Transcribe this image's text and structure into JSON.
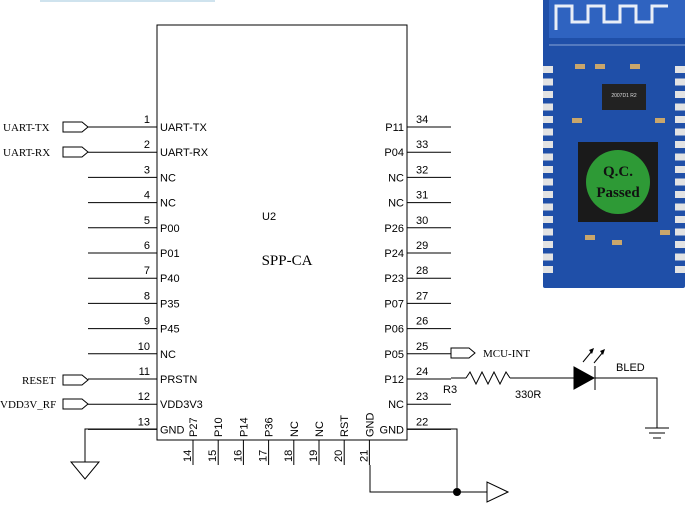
{
  "chip": {
    "refdes": "U2",
    "part": "SPP-CA",
    "left_pins": [
      {
        "num": "1",
        "label": "UART-TX"
      },
      {
        "num": "2",
        "label": "UART-RX"
      },
      {
        "num": "3",
        "label": "NC"
      },
      {
        "num": "4",
        "label": "NC"
      },
      {
        "num": "5",
        "label": "P00"
      },
      {
        "num": "6",
        "label": "P01"
      },
      {
        "num": "7",
        "label": "P40"
      },
      {
        "num": "8",
        "label": "P35"
      },
      {
        "num": "9",
        "label": "P45"
      },
      {
        "num": "10",
        "label": "NC"
      },
      {
        "num": "11",
        "label": "PRSTN"
      },
      {
        "num": "12",
        "label": "VDD3V3"
      },
      {
        "num": "13",
        "label": "GND"
      }
    ],
    "right_pins": [
      {
        "num": "34",
        "label": "P11"
      },
      {
        "num": "33",
        "label": "P04"
      },
      {
        "num": "32",
        "label": "NC"
      },
      {
        "num": "31",
        "label": "NC"
      },
      {
        "num": "30",
        "label": "P26"
      },
      {
        "num": "29",
        "label": "P24"
      },
      {
        "num": "28",
        "label": "P23"
      },
      {
        "num": "27",
        "label": "P07"
      },
      {
        "num": "26",
        "label": "P06"
      },
      {
        "num": "25",
        "label": "P05"
      },
      {
        "num": "24",
        "label": "P12"
      },
      {
        "num": "23",
        "label": "NC"
      },
      {
        "num": "22",
        "label": "GND"
      }
    ],
    "bottom_pins": [
      {
        "num": "14",
        "label": "P27"
      },
      {
        "num": "15",
        "label": "P10"
      },
      {
        "num": "16",
        "label": "P14"
      },
      {
        "num": "17",
        "label": "P36"
      },
      {
        "num": "18",
        "label": "NC"
      },
      {
        "num": "19",
        "label": "NC"
      },
      {
        "num": "20",
        "label": "RST"
      },
      {
        "num": "21",
        "label": "GND"
      }
    ]
  },
  "nets": {
    "uart_tx": "UART-TX",
    "uart_rx": "UART-RX",
    "reset": "RESET",
    "vdd": "VDD3V_RF",
    "mcu_int": "MCU-INT"
  },
  "resistor": {
    "ref": "R3",
    "value": "330R"
  },
  "led": {
    "label": "BLED"
  },
  "module_photo": {
    "chip_marking": "2007D1 R2",
    "sticker_line1": "Q.C.",
    "sticker_line2": "Passed",
    "sticker_color": "#2e9a36",
    "pcb_color": "#1f4fa8"
  }
}
